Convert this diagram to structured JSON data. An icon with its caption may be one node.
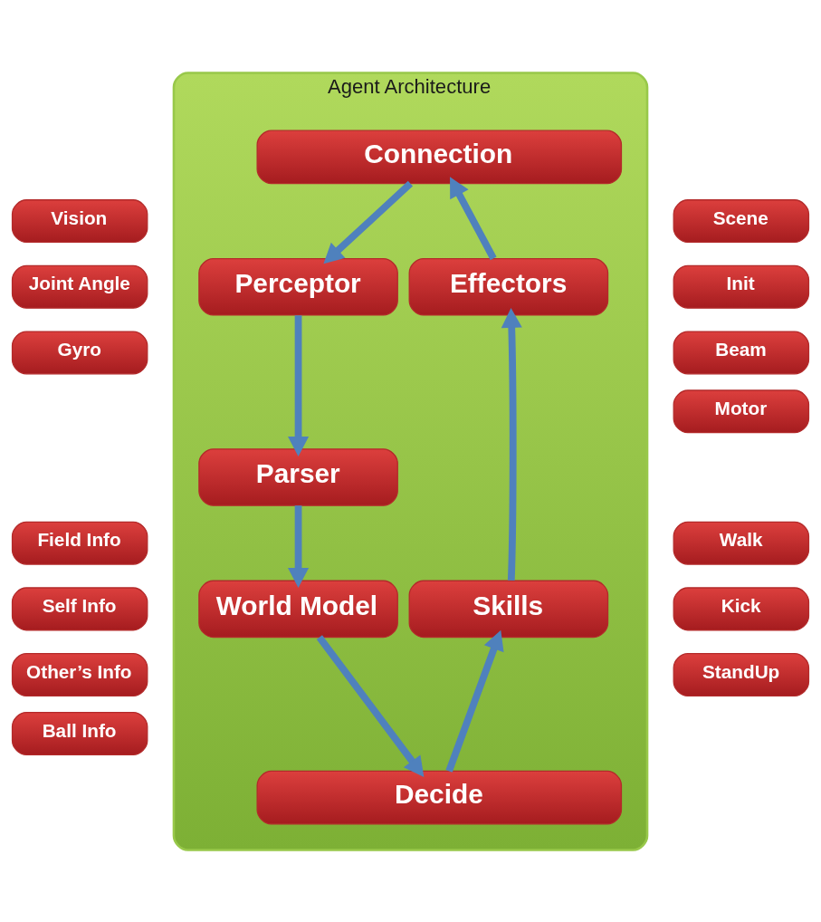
{
  "diagram": {
    "nodes": [
      {
        "text": [
          "Agent Architecture"
        ]
      },
      {
        "text": [
          "Connection"
        ],
        "in": 0
      },
      {
        "text": [
          "Scene"
        ]
      },
      {
        "text": [
          "Vision"
        ]
      },
      {
        "text": [
          "Init"
        ]
      },
      {
        "text": [
          "Joint Angle"
        ]
      },
      {
        "text": [
          "Perceptor"
        ],
        "in": 0
      },
      {
        "text": [
          "Effectors"
        ],
        "in": 0
      },
      {
        "text": [
          "Gyro"
        ]
      },
      {
        "text": [
          "Beam"
        ]
      },
      {
        "text": [
          "Motor"
        ]
      },
      {
        "text": [
          "Parser"
        ],
        "in": 0
      },
      {
        "text": [
          "Field Info"
        ]
      },
      {
        "text": [
          "Walk"
        ]
      },
      {
        "text": [
          "Self Info"
        ]
      },
      {
        "text": [
          "World Model"
        ],
        "in": 0
      },
      {
        "text": [
          "Skills"
        ],
        "in": 0
      },
      {
        "text": [
          "Kick"
        ]
      },
      {
        "text": [
          "Other’s Info"
        ]
      },
      {
        "text": [
          "Ball Info"
        ]
      },
      {
        "text": [
          "StandUp"
        ]
      },
      {
        "text": [
          "Decide"
        ],
        "in": 0
      }
    ],
    "edges": [
      {
        "from": 1,
        "to": 6,
        "arrow": "to"
      },
      {
        "from": 6,
        "to": 11,
        "arrow": "to"
      },
      {
        "from": 11,
        "to": 15,
        "arrow": "to"
      },
      {
        "from": 15,
        "to": 21,
        "arrow": "to"
      },
      {
        "from": 21,
        "to": 16,
        "arrow": "to"
      },
      {
        "from": 16,
        "to": 7,
        "arrow": "to"
      },
      {
        "from": 7,
        "to": 1,
        "arrow": "to"
      }
    ]
  }
}
